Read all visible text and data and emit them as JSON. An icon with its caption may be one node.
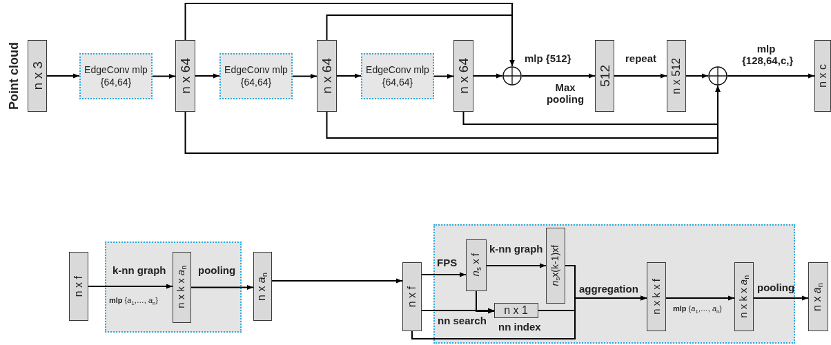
{
  "diagram": {
    "nodes": [
      {
        "text": [
          "n x 3"
        ],
        "beside": [
          "Point cloud"
        ]
      },
      {
        "text": [
          "EdgeConv mlp {64,64}"
        ]
      },
      {
        "text": [
          "n x 64"
        ]
      },
      {
        "text": [
          "EdgeConv mlp {64,64}"
        ]
      },
      {
        "text": [
          "n x 64"
        ]
      },
      {
        "text": [
          "EdgeConv mlp {64,64}"
        ]
      },
      {
        "text": [
          "n x 64"
        ]
      },
      {
        "text": [],
        "shape": "circle"
      },
      {
        "text": [
          "512"
        ]
      },
      {
        "text": [
          "n x 512"
        ]
      },
      {
        "text": [],
        "shape": "circle"
      },
      {
        "text": [
          "n x c"
        ]
      },
      {
        "text": [
          "n x f"
        ]
      },
      {
        "text": [],
        "shape": "box"
      },
      {
        "text": [
          "n x k x *a*$_{n}$"
        ],
        "in": 13
      },
      {
        "text": [
          "n x *a*$_{n}$"
        ]
      },
      {
        "text": [
          "n x f"
        ]
      },
      {
        "text": [],
        "shape": "box"
      },
      {
        "text": [
          "*n*$_{s}$ x f"
        ],
        "in": 17
      },
      {
        "text": [
          "*n*$_{s}$x(k-1)xf"
        ],
        "in": 17
      },
      {
        "text": [
          "n x 1"
        ],
        "in": 17
      },
      {
        "text": [
          "n x k x f"
        ],
        "in": 17
      },
      {
        "text": [
          "n x k x *a*$_{n}$"
        ],
        "in": 17
      },
      {
        "text": [
          "n x *a*$_{n}$"
        ]
      }
    ],
    "edges": [
      {
        "from": 0,
        "to": 1,
        "arrow": "to"
      },
      {
        "from": 1,
        "to": 2,
        "arrow": "to"
      },
      {
        "from": 2,
        "to": 3,
        "arrow": "to"
      },
      {
        "from": 3,
        "to": 4,
        "arrow": "to"
      },
      {
        "from": 4,
        "to": 5,
        "arrow": "to"
      },
      {
        "from": 5,
        "to": 6,
        "arrow": "to"
      },
      {
        "from": 6,
        "to": 7,
        "arrow": "to"
      },
      {
        "from": 7,
        "to": 8,
        "arrow": "to",
        "label": "mlp {512}"
      },
      {
        "from": 8,
        "to": 9,
        "arrow": "to",
        "label": "repeat"
      },
      {
        "from": 9,
        "to": 10,
        "arrow": "to"
      },
      {
        "from": 10,
        "to": 11,
        "arrow": "to",
        "label": "mlp {128,64,c,}"
      },
      {
        "from": 2,
        "to": 7,
        "arrow": "to"
      },
      {
        "from": 4,
        "to": 7,
        "arrow": "to"
      },
      {
        "from": 6,
        "to": 10,
        "arrow": "to"
      },
      {
        "from": 4,
        "to": 10,
        "arrow": "to"
      },
      {
        "from": 2,
        "to": 10,
        "arrow": "to"
      },
      {
        "from": 12,
        "to": 14,
        "arrow": "to",
        "label": "k-nn graph"
      },
      {
        "from": 14,
        "to": 15,
        "arrow": "to",
        "label": "pooling"
      },
      {
        "from": 15,
        "to": 16,
        "arrow": "to"
      },
      {
        "from": 16,
        "to": 18,
        "arrow": "to",
        "label": "FPS"
      },
      {
        "from": 18,
        "to": 19,
        "arrow": "to",
        "label": "k-nn graph"
      },
      {
        "from": 16,
        "to": 20,
        "arrow": "to",
        "label": "nn search"
      },
      {
        "from": 18,
        "to": 20,
        "arrow": "to"
      },
      {
        "from": 19,
        "to": 21,
        "arrow": "to",
        "label": "aggregation"
      },
      {
        "from": 20,
        "to": 21,
        "arrow": "to"
      },
      {
        "from": 16,
        "to": 21,
        "arrow": "to"
      },
      {
        "from": 21,
        "to": 22,
        "arrow": "to"
      },
      {
        "from": 22,
        "to": 23,
        "arrow": "to",
        "label": "pooling"
      }
    ],
    "labels": [
      "Max pooling",
      "**mlp** {*a*$_{1}$,…, *a*$_{n}$}",
      "nn index",
      "**mlp** {*a*$_{1}$,…, *a*$_{n}$}"
    ]
  }
}
